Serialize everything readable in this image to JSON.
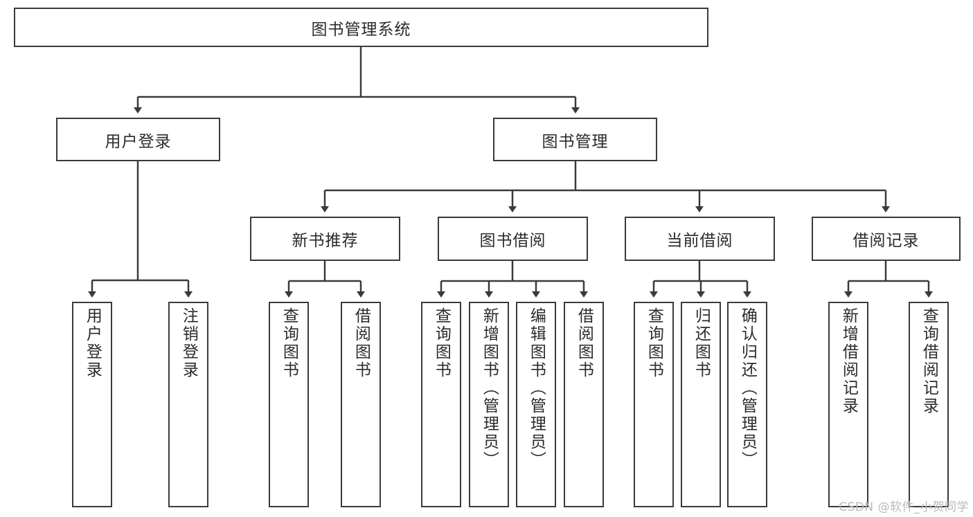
{
  "diagram": {
    "type": "tree-hierarchy-diagram",
    "title": "图书管理系统",
    "watermark": "CSDN @软件_小贺同学",
    "colors": {
      "box_border": "#3a3a3a",
      "box_fill": "#ffffff",
      "connector": "#3a3a3a",
      "text": "#2b2b2b",
      "watermark": "#b9b9b9",
      "background": "#ffffff"
    },
    "levels": {
      "root": {
        "label": "图书管理系统",
        "orientation": "horizontal"
      },
      "level2": [
        {
          "label": "用户登录",
          "orientation": "horizontal"
        },
        {
          "label": "图书管理",
          "orientation": "horizontal"
        }
      ],
      "level3": [
        {
          "label": "新书推荐",
          "orientation": "horizontal"
        },
        {
          "label": "图书借阅",
          "orientation": "horizontal"
        },
        {
          "label": "当前借阅",
          "orientation": "horizontal"
        },
        {
          "label": "借阅记录",
          "orientation": "horizontal"
        }
      ],
      "leaves": {
        "user_login": [
          {
            "label": "用户登录",
            "orientation": "vertical"
          },
          {
            "label": "注销登录",
            "orientation": "vertical"
          }
        ],
        "new_book_recommend": [
          {
            "label": "查询图书",
            "orientation": "vertical"
          },
          {
            "label": "借阅图书",
            "orientation": "vertical"
          }
        ],
        "book_borrow": [
          {
            "label": "查询图书",
            "orientation": "vertical"
          },
          {
            "label": "新增图书（管理员）",
            "orientation": "vertical"
          },
          {
            "label": "编辑图书（管理员）",
            "orientation": "vertical"
          },
          {
            "label": "借阅图书",
            "orientation": "vertical"
          }
        ],
        "current_borrow": [
          {
            "label": "查询图书",
            "orientation": "vertical"
          },
          {
            "label": "归还图书",
            "orientation": "vertical"
          },
          {
            "label": "确认归还（管理员）",
            "orientation": "vertical"
          }
        ],
        "borrow_record": [
          {
            "label": "新增借阅记录",
            "orientation": "vertical"
          },
          {
            "label": "查询借阅记录",
            "orientation": "vertical"
          }
        ]
      }
    }
  }
}
